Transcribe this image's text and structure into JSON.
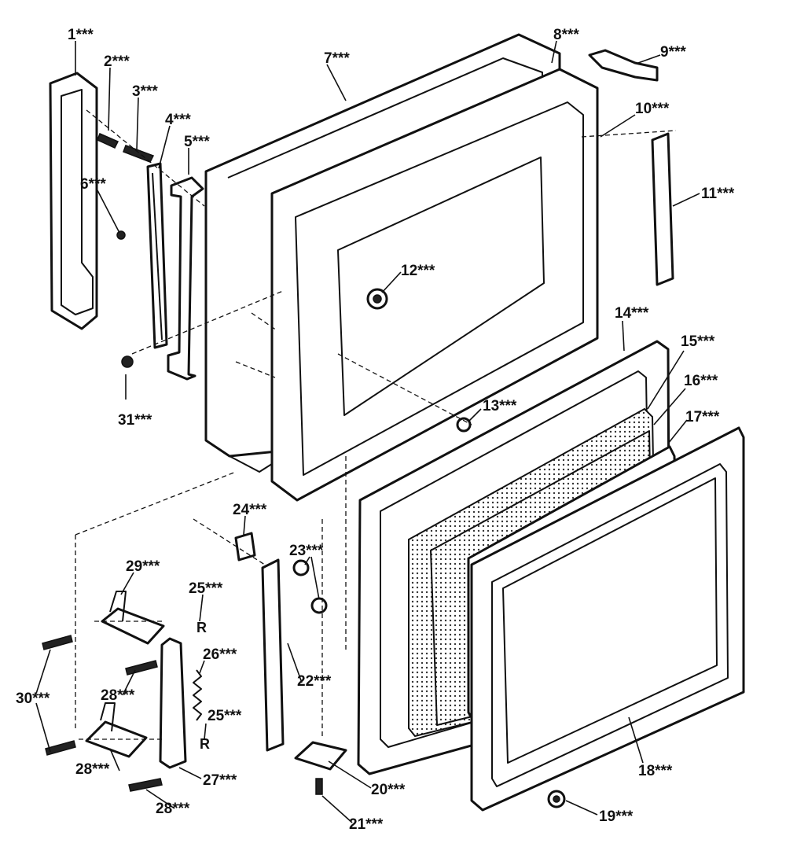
{
  "callouts": [
    {
      "num": "1",
      "stars": "***"
    },
    {
      "num": "2",
      "stars": "***"
    },
    {
      "num": "3",
      "stars": "***"
    },
    {
      "num": "4",
      "stars": "***"
    },
    {
      "num": "5",
      "stars": "***"
    },
    {
      "num": "6",
      "stars": "***"
    },
    {
      "num": "7",
      "stars": "***"
    },
    {
      "num": "8",
      "stars": "***"
    },
    {
      "num": "9",
      "stars": "***"
    },
    {
      "num": "10",
      "stars": "***"
    },
    {
      "num": "11",
      "stars": "***"
    },
    {
      "num": "12",
      "stars": "***"
    },
    {
      "num": "13",
      "stars": "***"
    },
    {
      "num": "14",
      "stars": "***"
    },
    {
      "num": "15",
      "stars": "***"
    },
    {
      "num": "16",
      "stars": "***"
    },
    {
      "num": "17",
      "stars": "***"
    },
    {
      "num": "18",
      "stars": "***"
    },
    {
      "num": "19",
      "stars": "***"
    },
    {
      "num": "20",
      "stars": "***"
    },
    {
      "num": "21",
      "stars": "***"
    },
    {
      "num": "22",
      "stars": "***"
    },
    {
      "num": "23",
      "stars": "***"
    },
    {
      "num": "24",
      "stars": "***"
    },
    {
      "num": "25",
      "stars": "***"
    },
    {
      "num": "25",
      "stars": "***"
    },
    {
      "num": "26",
      "stars": "***"
    },
    {
      "num": "27",
      "stars": "***"
    },
    {
      "num": "28",
      "stars": "***"
    },
    {
      "num": "28",
      "stars": "***"
    },
    {
      "num": "28",
      "stars": "***"
    },
    {
      "num": "29",
      "stars": "***"
    },
    {
      "num": "30",
      "stars": "***"
    },
    {
      "num": "31",
      "stars": "***"
    }
  ],
  "retainer_marks": [
    "R",
    "R"
  ],
  "colors": {
    "ink": "#111111",
    "paper": "#ffffff"
  }
}
